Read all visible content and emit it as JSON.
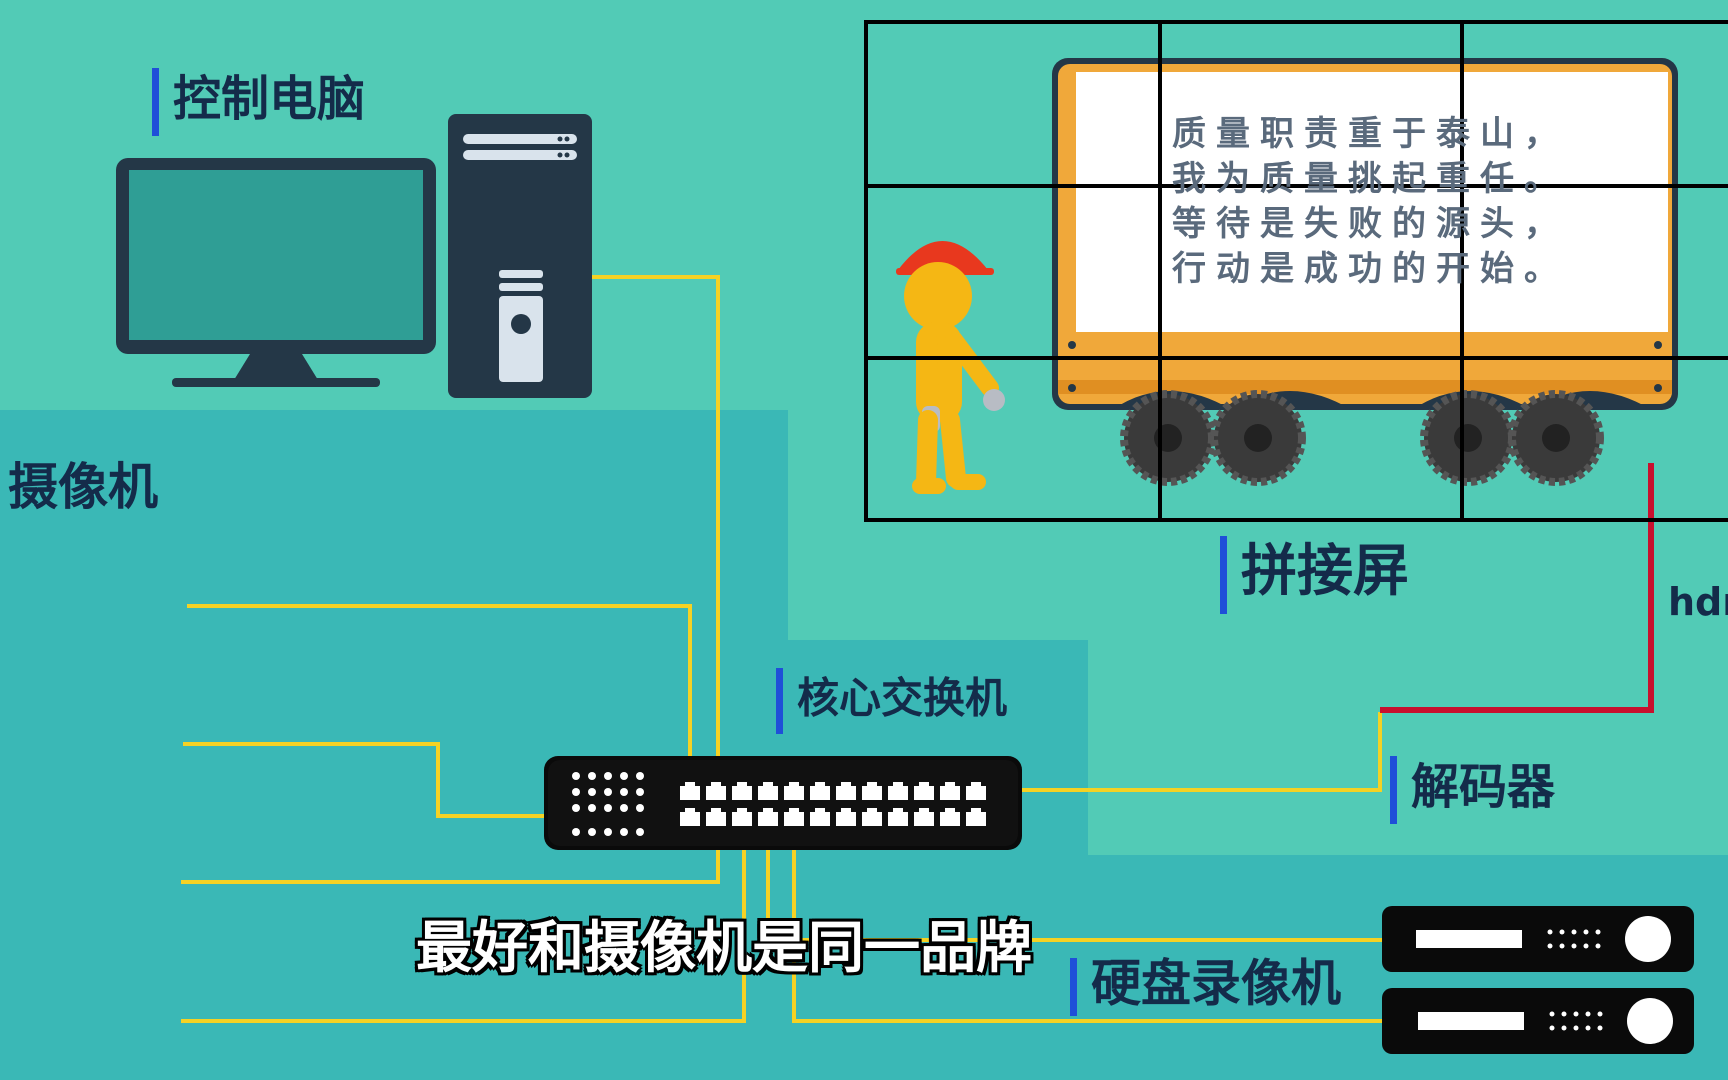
{
  "labels": {
    "control_pc": "控制电脑",
    "camera": "摄像机",
    "video_wall": "拼接屏",
    "core_switch": "核心交换机",
    "decoder": "解码器",
    "nvr": "硬盘录像机",
    "hdmi": "hdr"
  },
  "slogan": {
    "line1": "质量职责重于泰山，",
    "line2": "我为质量挑起重任。",
    "line3": "等待是失败的源头，",
    "line4": "行动是成功的开始。"
  },
  "subtitle": "最好和摄像机是同一品牌",
  "colors": {
    "background": "#52cbb6",
    "panel": "#3ab8b6",
    "cable": "#f5d224",
    "hdmi_cable": "#c8102e",
    "device_dark": "#243747",
    "accent_bar": "#1f4fd8"
  }
}
